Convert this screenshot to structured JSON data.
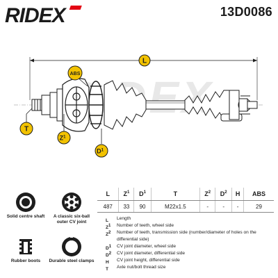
{
  "header": {
    "brand": "RIDEX",
    "part_number": "13D0086"
  },
  "drawing": {
    "watermark": "RIDEX",
    "callouts": {
      "length": "L",
      "abs": "ABS",
      "thread": "T",
      "teeth_wheel": "Z",
      "teeth_wheel_sup": "1",
      "diameter_wheel": "D",
      "diameter_wheel_sup": "1"
    }
  },
  "spec_table": {
    "headers": [
      {
        "base": "L",
        "sup": ""
      },
      {
        "base": "Z",
        "sup": "1"
      },
      {
        "base": "D",
        "sup": "1"
      },
      {
        "base": "T",
        "sup": ""
      },
      {
        "base": "Z",
        "sup": "2"
      },
      {
        "base": "D",
        "sup": "2"
      },
      {
        "base": "H",
        "sup": ""
      },
      {
        "base": "ABS",
        "sup": ""
      }
    ],
    "values": [
      "487",
      "33",
      "90",
      "M22x1.5",
      "-",
      "-",
      "-",
      "29"
    ]
  },
  "features": [
    {
      "label": "Solid centre shaft",
      "icon": "solid-shaft-icon"
    },
    {
      "label": "A classic six-ball outer CV joint",
      "icon": "six-ball-joint-icon"
    },
    {
      "label": "Rubber boots",
      "icon": "rubber-boot-icon"
    },
    {
      "label": "Durable steel clamps",
      "icon": "steel-clamp-icon"
    }
  ],
  "legend": [
    {
      "base": "L",
      "sup": "",
      "text": "Length"
    },
    {
      "base": "Z",
      "sup": "1",
      "text": "Number of teeth, wheel side"
    },
    {
      "base": "Z",
      "sup": "2",
      "text": "Number of teeth, transmission side (number/diameter of holes on the differential side)"
    },
    {
      "base": "D",
      "sup": "1",
      "text": "CV joint diameter, wheel side"
    },
    {
      "base": "D",
      "sup": "2",
      "text": "CV joint diameter, differential side"
    },
    {
      "base": "H",
      "sup": "",
      "text": "CV joint height, differential side"
    },
    {
      "base": "T",
      "sup": "",
      "text": "Axle nut/bolt thread size"
    }
  ],
  "colors": {
    "brand_red": "#e30613",
    "ink": "#1e1e1e",
    "callout_yellow": "#f2c200"
  }
}
